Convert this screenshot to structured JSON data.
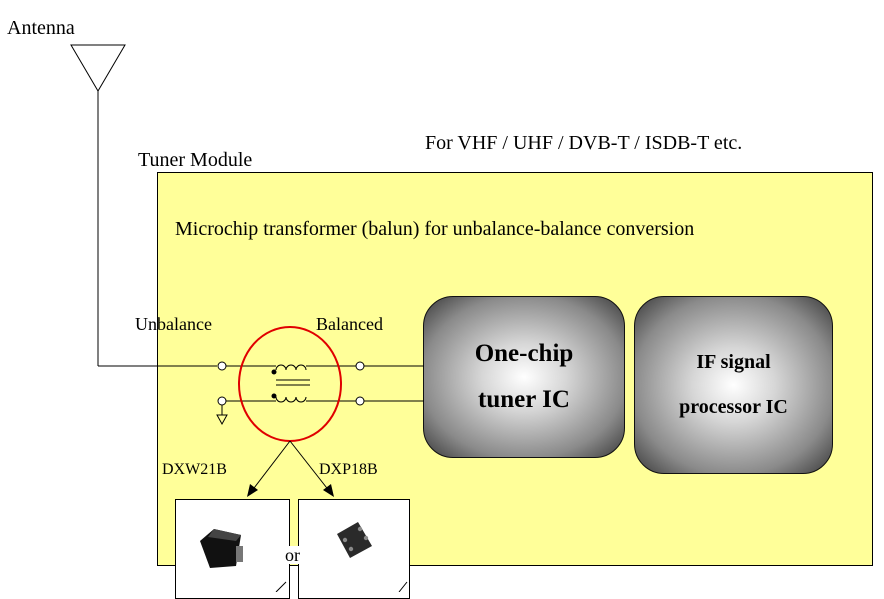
{
  "labels": {
    "antenna": "Antenna",
    "application": "For VHF / UHF / DVB-T / ISDB-T etc.",
    "tuner_module": "Tuner Module",
    "balun_description": "Microchip transformer (balun) for unbalance-balance conversion",
    "unbalance": "Unbalance",
    "balanced": "Balanced",
    "part_left": "DXW21B",
    "part_right": "DXP18B",
    "or": "or"
  },
  "blocks": {
    "tuner_line1": "One-chip",
    "tuner_line2": "tuner IC",
    "if_line1": "IF signal",
    "if_line2": "processor IC"
  },
  "colors": {
    "module_fill": "#ffff99",
    "highlight_circle": "#e00000",
    "ic_dark": "#3a3a3a",
    "ic_light": "#ffffff"
  }
}
